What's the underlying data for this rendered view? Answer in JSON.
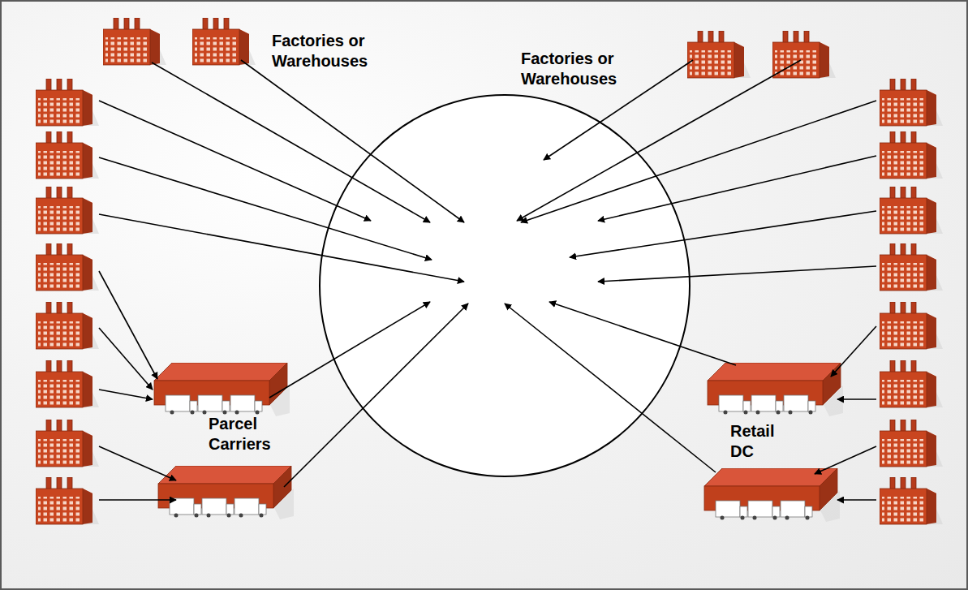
{
  "diagram": {
    "labels": [
      "Factories or Warehouses",
      "Factories or Warehouses",
      "Parcel Carriers",
      "Retail DC"
    ]
  }
}
